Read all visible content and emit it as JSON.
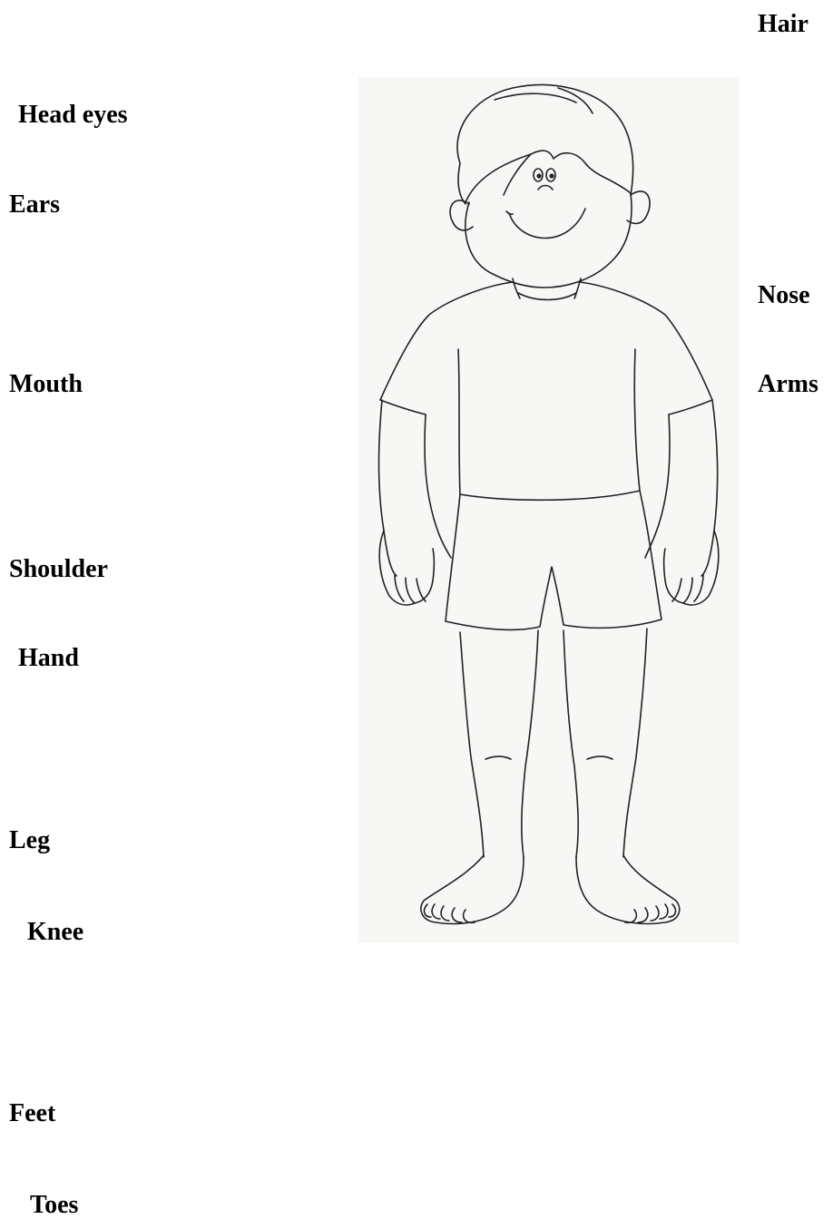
{
  "labels": {
    "hair": "Hair",
    "head_eyes": "Head eyes",
    "ears": "Ears",
    "nose": "Nose",
    "mouth": "Mouth",
    "arms": "Arms",
    "shoulder": "Shoulder",
    "hand": "Hand",
    "leg": "Leg",
    "knee": "Knee",
    "feet": "Feet",
    "toes": "Toes"
  },
  "figure": {
    "subject": "boy-outline-drawing",
    "background_color": "#f7f7f5",
    "line_color": "#222222"
  }
}
